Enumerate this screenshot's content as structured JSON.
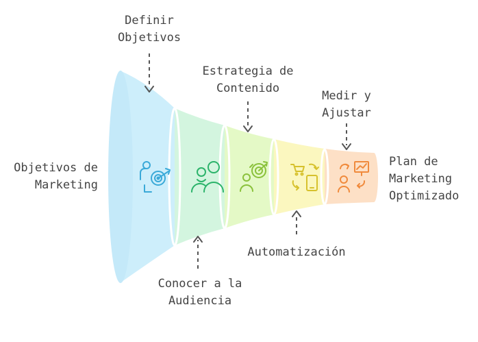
{
  "input_label": [
    "Objetivos de",
    "Marketing"
  ],
  "output_label": [
    "Plan de",
    "Marketing",
    "Optimizado"
  ],
  "stages": [
    {
      "name": "Definir Objetivos",
      "lines": [
        "Definir",
        "Objetivos"
      ],
      "icon": "target-person-icon",
      "color": "#cdeefb",
      "stroke": "#3aa9d8"
    },
    {
      "name": "Conocer a la Audiencia",
      "lines": [
        "Conocer a la",
        "Audiencia"
      ],
      "icon": "audience-icon",
      "color": "#d3f5df",
      "stroke": "#2bb36a"
    },
    {
      "name": "Estrategia de Contenido",
      "lines": [
        "Estrategia de",
        "Contenido"
      ],
      "icon": "content-strategy-icon",
      "color": "#e4f9c6",
      "stroke": "#8ac13b"
    },
    {
      "name": "Automatización",
      "lines": [
        "Automatización"
      ],
      "icon": "automation-icon",
      "color": "#fbf7bf",
      "stroke": "#d6c12c"
    },
    {
      "name": "Medir y Ajustar",
      "lines": [
        "Medir y",
        "Ajustar"
      ],
      "icon": "measure-adjust-icon",
      "color": "#fde0c6",
      "stroke": "#f08a3c"
    }
  ]
}
